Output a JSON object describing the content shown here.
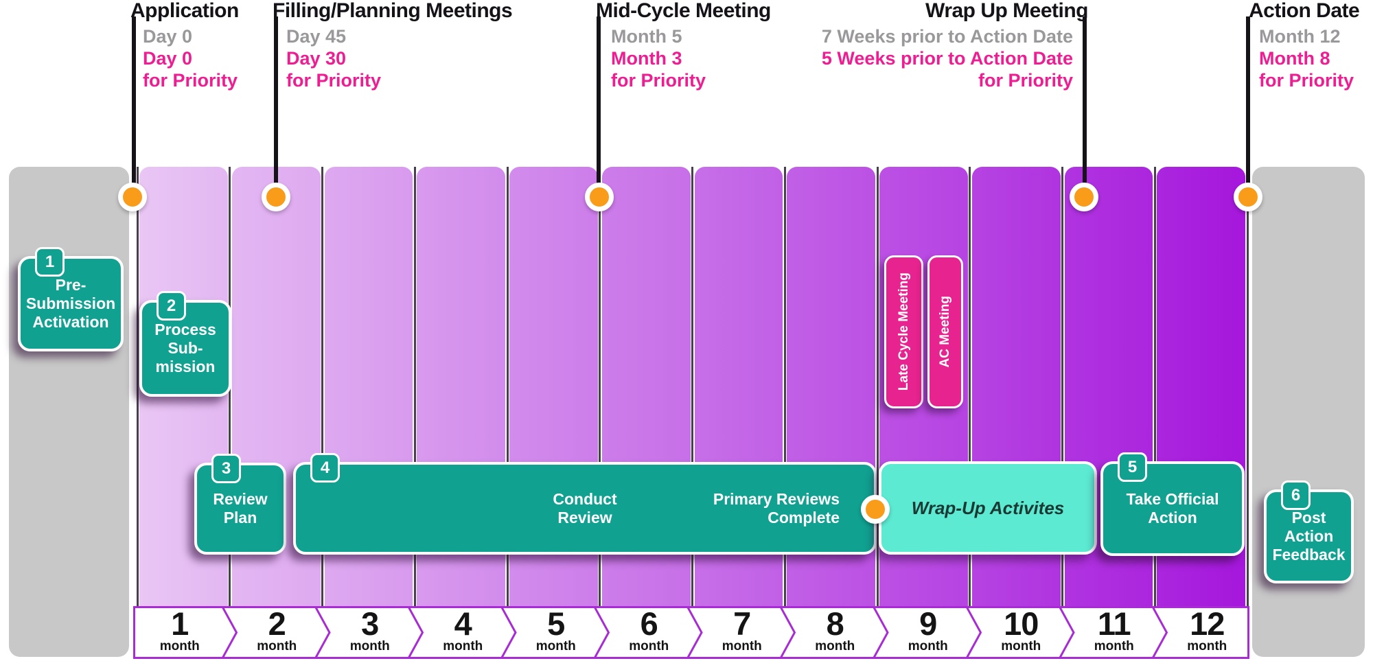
{
  "milestones": [
    {
      "id": "application",
      "title": "Application",
      "standard": "Day 0",
      "priority": "Day 0",
      "suffix": "for Priority"
    },
    {
      "id": "filing",
      "title": "Filling/Planning Meetings",
      "standard": "Day 45",
      "priority": "Day 30",
      "suffix": "for Priority"
    },
    {
      "id": "mid-cycle",
      "title": "Mid-Cycle Meeting",
      "standard": "Month 5",
      "priority": "Month 3",
      "suffix": "for Priority"
    },
    {
      "id": "wrap-up",
      "title": "Wrap Up Meeting",
      "standard": "7 Weeks prior to Action Date",
      "priority": "5 Weeks prior to Action Date",
      "suffix": "for Priority"
    },
    {
      "id": "action-date",
      "title": "Action Date",
      "standard": "Month 12",
      "priority": "Month 8",
      "suffix": "for Priority"
    }
  ],
  "steps": [
    {
      "num": "1",
      "label": "Pre-\nSubmission\nActivation"
    },
    {
      "num": "2",
      "label": "Process\nSub-\nmission"
    },
    {
      "num": "3",
      "label": "Review\nPlan"
    },
    {
      "num": "4",
      "label": "Conduct\nReview",
      "note": "Primary Reviews\nComplete"
    },
    {
      "num": "5",
      "label": "Take Official\nAction"
    },
    {
      "num": "6",
      "label": "Post\nAction\nFeedback"
    }
  ],
  "wrap_up": {
    "label": "Wrap-Up Activites"
  },
  "meetings": [
    {
      "label": "Late Cycle Meeting"
    },
    {
      "label": "AC Meeting"
    }
  ],
  "months": {
    "unit": "month",
    "numbers": [
      "1",
      "2",
      "3",
      "4",
      "5",
      "6",
      "7",
      "8",
      "9",
      "10",
      "11",
      "12"
    ]
  },
  "colors": {
    "teal": "#10A191",
    "turquoise": "#5CEAD2",
    "wrap_text": "#1C3833",
    "pink": "#E7238F",
    "pink_text": "#EE1D91",
    "gray_text": "#9A989B",
    "orange": "#F89C1A",
    "black": "#151218",
    "column_from": "#E9C6F4",
    "column_to": "#A517DC",
    "strip_border": "#A82BD5",
    "gray_block": "#C8C8C8"
  }
}
